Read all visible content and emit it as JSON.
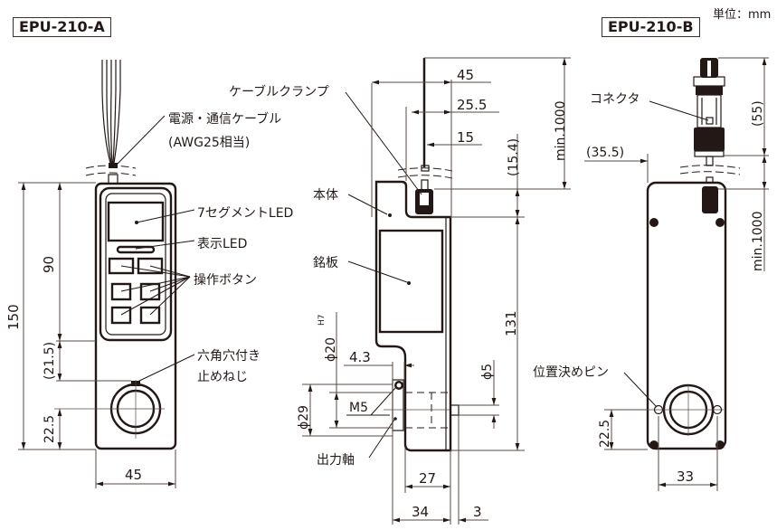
{
  "unit_label": "単位：mm",
  "models": {
    "a": {
      "title": "EPU-210-A",
      "labels": {
        "cable": "電源・通信ケーブル",
        "cable_spec": "(AWG25相当)",
        "segment_led": "7セグメントLED",
        "indicator_led": "表示LED",
        "buttons": "操作ボタン",
        "set_screw_1": "六角穴付き",
        "set_screw_2": "止めねじ"
      },
      "dimensions": {
        "total_height": "150",
        "panel_height": "90",
        "gap": "(21.5)",
        "shaft_from_bottom": "22.5",
        "width": "45"
      }
    },
    "side": {
      "labels": {
        "cable_clamp": "ケーブルクランプ",
        "body": "本体",
        "nameplate": "銘板",
        "output_shaft": "出力軸",
        "thread": "M5"
      },
      "dimensions": {
        "depth_45": "45",
        "depth_25_5": "25.5",
        "depth_15": "15",
        "clamp_height": "(15.4)",
        "cable_length": "min.1000",
        "height_131": "131",
        "bore_phi20": "ϕ20",
        "bore_tol": "H7",
        "hub_phi29": "ϕ29",
        "pin_phi5": "ϕ5",
        "offset_4_3": "4.3",
        "dim_27": "27",
        "dim_34": "34",
        "dim_3": "3"
      }
    },
    "b": {
      "title": "EPU-210-B",
      "labels": {
        "connector": "コネクタ",
        "locating_pin": "位置決めピン"
      },
      "dimensions": {
        "connector_length": "(55)",
        "connector_offset": "(35.5)",
        "cable_length": "min.1000",
        "shaft_from_bottom": "22.5",
        "pin_pitch": "33"
      }
    }
  }
}
